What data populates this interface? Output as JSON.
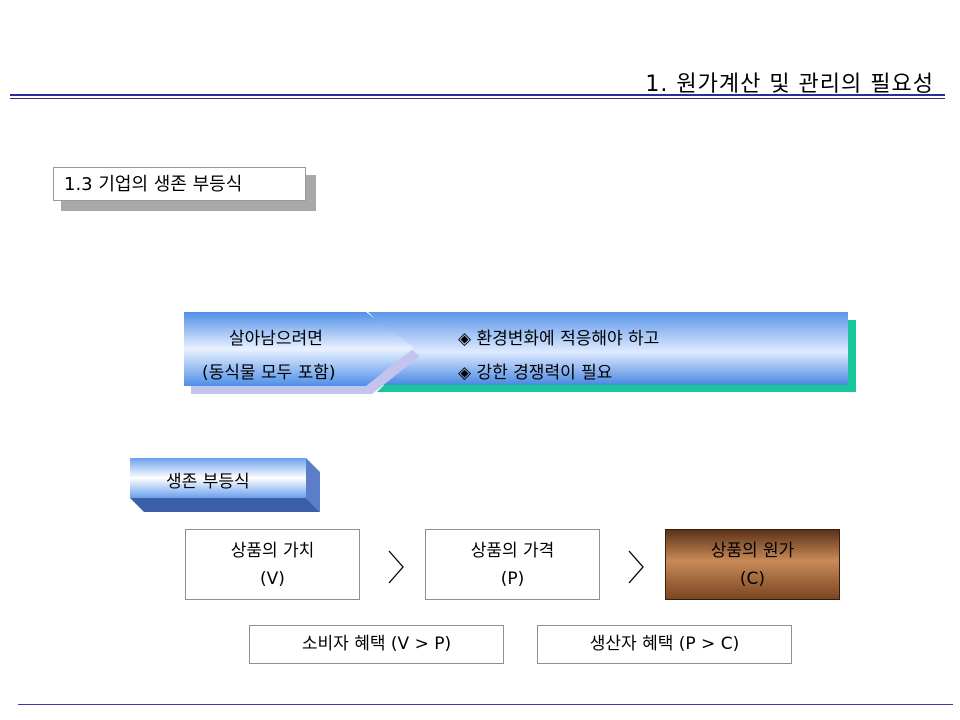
{
  "header": {
    "title": "1. 원가계산 및 관리의 필요성"
  },
  "section": {
    "heading": "1.3 기업의 생존 부등식"
  },
  "condition": {
    "left_line1": "살아남으려면",
    "left_line2": "(동식물 모두 포함)",
    "right_line1": "◈ 환경변화에 적응해야 하고",
    "right_line2": "◈ 강한 경쟁력이 필요"
  },
  "inequality": {
    "label": "생존 부등식",
    "boxes": [
      {
        "line1": "상품의 가치",
        "line2": "(V)"
      },
      {
        "line1": "상품의 가격",
        "line2": "(P)"
      },
      {
        "line1": "상품의 원가",
        "line2": "(C)"
      }
    ],
    "benefits": [
      {
        "label": "소비자 혜택 (V > P)"
      },
      {
        "label": "생산자 혜택 (P > C)"
      }
    ]
  },
  "colors": {
    "rule": "#2b2f9a",
    "cost_box": "#8a5030",
    "banner": "#6fa6ee",
    "banner_edge": "#19c89a"
  }
}
